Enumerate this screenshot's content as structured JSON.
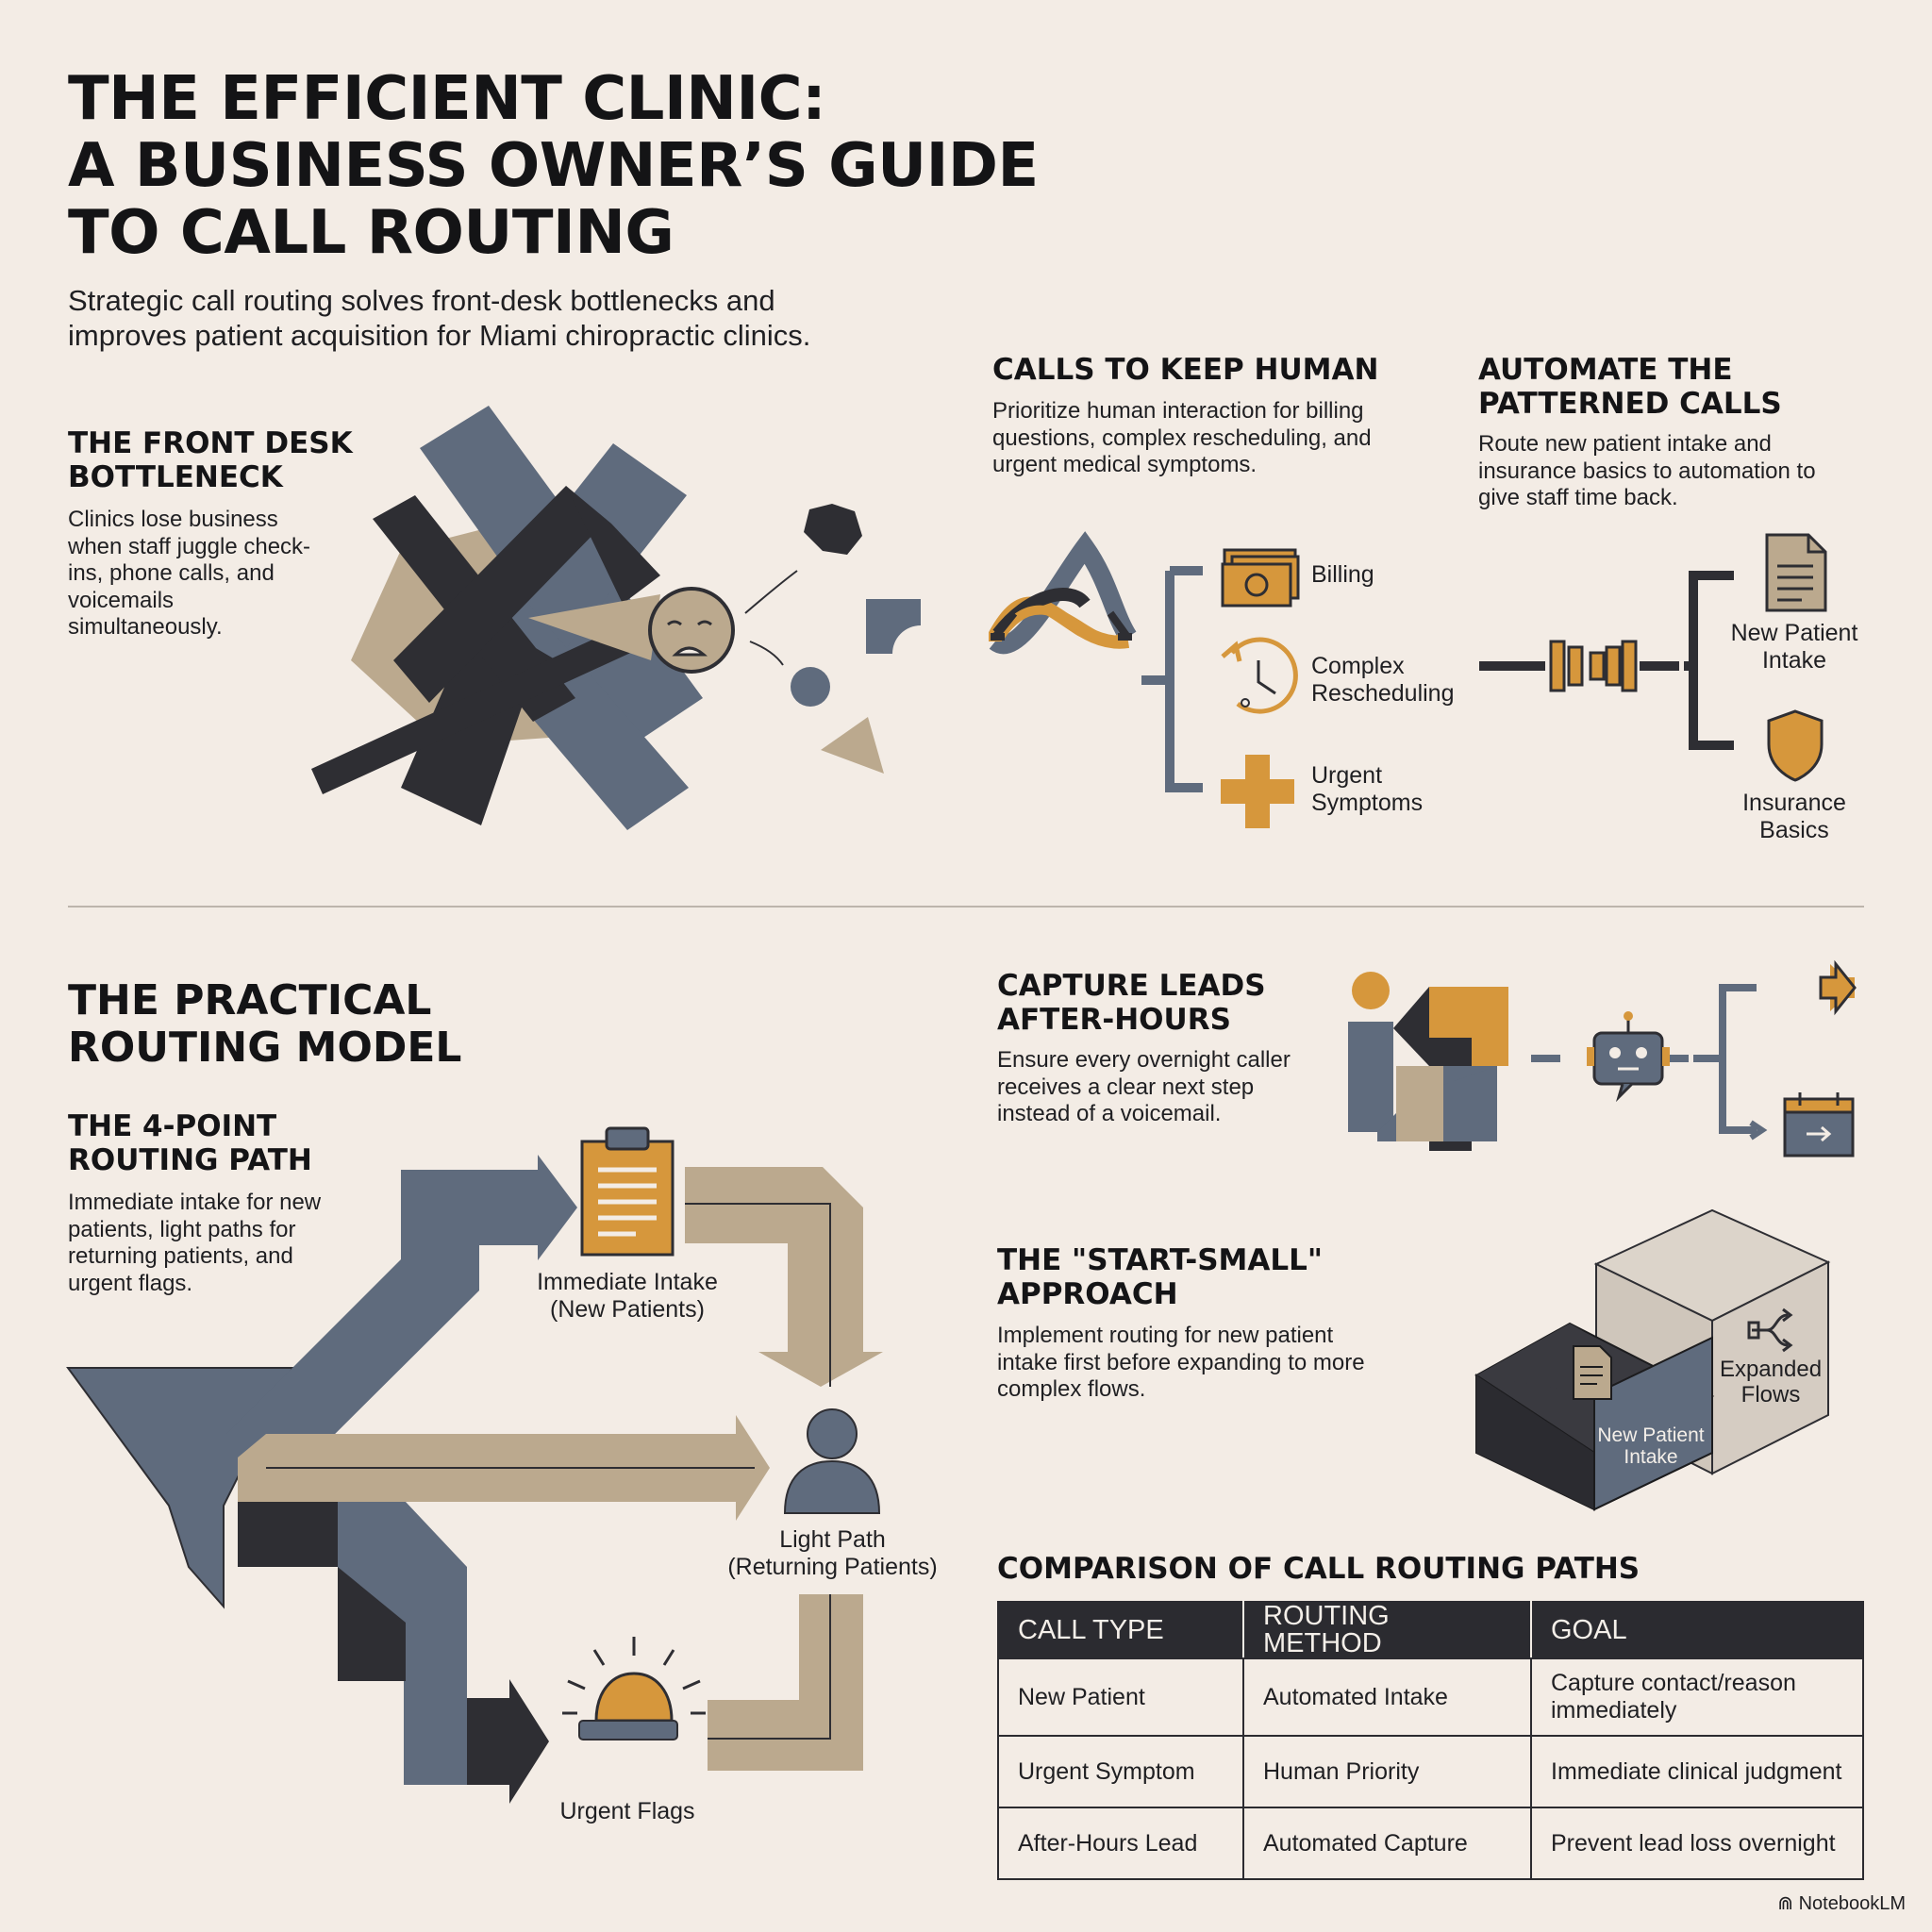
{
  "header": {
    "title_line1": "THE EFFICIENT CLINIC:",
    "title_line2": "A BUSINESS OWNER’S GUIDE",
    "title_line3": "TO CALL ROUTING",
    "subtitle": "Strategic call routing solves front-desk bottlenecks and improves patient acquisition for Miami chiropractic clinics."
  },
  "bottleneck": {
    "title_line1": "THE FRONT DESK",
    "title_line2": "BOTTLENECK",
    "body": "Clinics lose business when staff juggle check-ins, phone calls, and voicemails simultaneously."
  },
  "keep_human": {
    "title": "CALLS TO KEEP HUMAN",
    "body": "Prioritize human interaction for billing questions, complex rescheduling, and urgent medical symptoms.",
    "items": [
      {
        "label": "Billing",
        "icon": "money-icon"
      },
      {
        "label": "Complex\nRescheduling",
        "icon": "clock-icon"
      },
      {
        "label": "Urgent\nSymptoms",
        "icon": "medical-cross-icon"
      }
    ]
  },
  "automate": {
    "title_line1": "AUTOMATE THE",
    "title_line2": "PATTERNED CALLS",
    "body": "Route new patient intake and insurance basics to automation to give staff time back.",
    "items": [
      {
        "label": "New Patient\nIntake",
        "icon": "document-icon"
      },
      {
        "label": "Insurance\nBasics",
        "icon": "shield-icon"
      }
    ]
  },
  "routing_model": {
    "title_line1": "THE PRACTICAL",
    "title_line2": "ROUTING MODEL",
    "path_title_line1": "THE 4-POINT",
    "path_title_line2": "ROUTING PATH",
    "path_body": "Immediate intake for new patients, light paths for returning patients, and urgent flags.",
    "nodes": {
      "intake": "Immediate Intake\n(New Patients)",
      "light": "Light Path\n(Returning Patients)",
      "urgent": "Urgent Flags"
    }
  },
  "after_hours": {
    "title_line1": "CAPTURE LEADS",
    "title_line2": "AFTER-HOURS",
    "body": "Ensure every overnight caller receives a clear next step instead of a voicemail."
  },
  "start_small": {
    "title_line1": "THE \"START-SMALL\"",
    "title_line2": "APPROACH",
    "body": "Implement routing for new patient intake first before expanding to more complex flows.",
    "front_box": "New Patient\nIntake",
    "back_box": "Expanded\nFlows"
  },
  "comparison": {
    "title": "COMPARISON OF CALL ROUTING PATHS",
    "headers": [
      "CALL TYPE",
      "ROUTING METHOD",
      "GOAL"
    ],
    "rows": [
      [
        "New Patient",
        "Automated Intake",
        "Capture contact/reason immediately"
      ],
      [
        "Urgent Symptom",
        "Human Priority",
        "Immediate clinical judgment"
      ],
      [
        "After-Hours Lead",
        "Automated Capture",
        "Prevent lead loss overnight"
      ]
    ]
  },
  "footer": {
    "brand": "NotebookLM"
  },
  "colors": {
    "background": "#f3ece5",
    "slate": "#5f6b7d",
    "charcoal": "#2e2e33",
    "tan": "#bba98e",
    "orange": "#d6973c"
  }
}
